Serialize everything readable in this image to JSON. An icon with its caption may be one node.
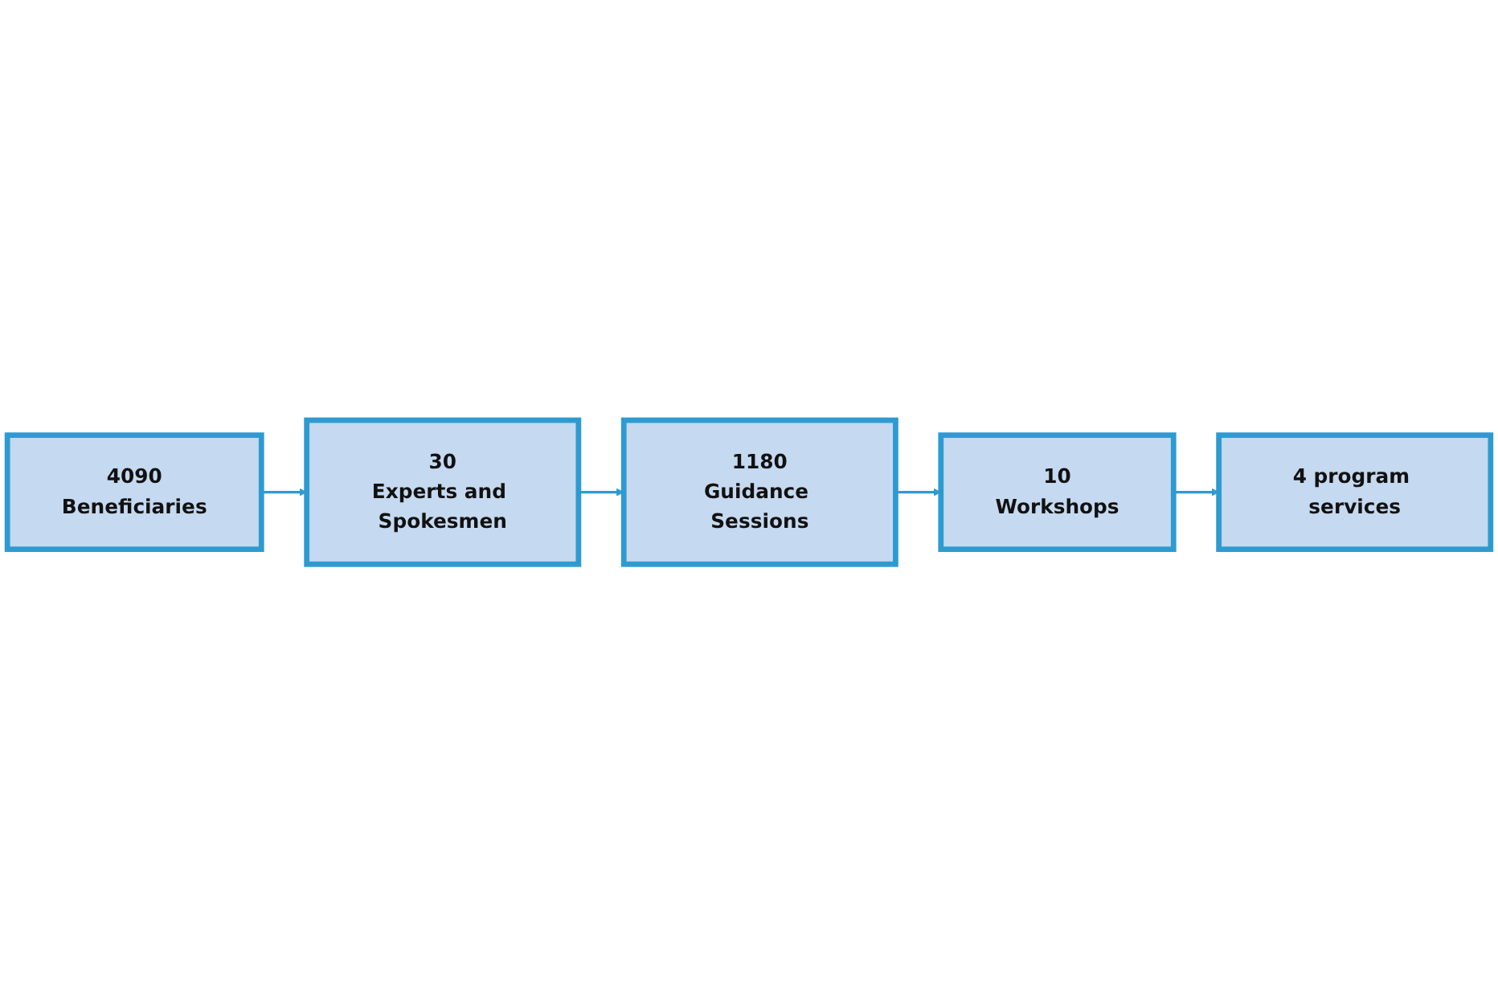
{
  "diagram": {
    "nodes": [
      {
        "text": [
          "4090",
          "Beneficiaries"
        ]
      },
      {
        "text": [
          "30",
          "Experts and Spokesmen"
        ]
      },
      {
        "text": [
          "1180",
          "Guidance Sessions"
        ]
      },
      {
        "text": [
          "10",
          "Workshops"
        ]
      },
      {
        "text": [
          "4 program services"
        ]
      }
    ],
    "edges": [
      {
        "from": 0,
        "to": 1,
        "arrow": "to"
      },
      {
        "from": 1,
        "to": 2,
        "arrow": "to"
      },
      {
        "from": 2,
        "to": 3,
        "arrow": "to"
      },
      {
        "from": 3,
        "to": 4,
        "arrow": "to"
      }
    ]
  }
}
